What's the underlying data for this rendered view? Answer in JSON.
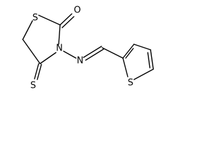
{
  "molecule": {
    "atoms": {
      "s_ring": "S",
      "o_carbonyl": "O",
      "n_ring": "N",
      "n_imine": "N",
      "s_thioxo": "S",
      "s_thiophene": "S"
    }
  }
}
